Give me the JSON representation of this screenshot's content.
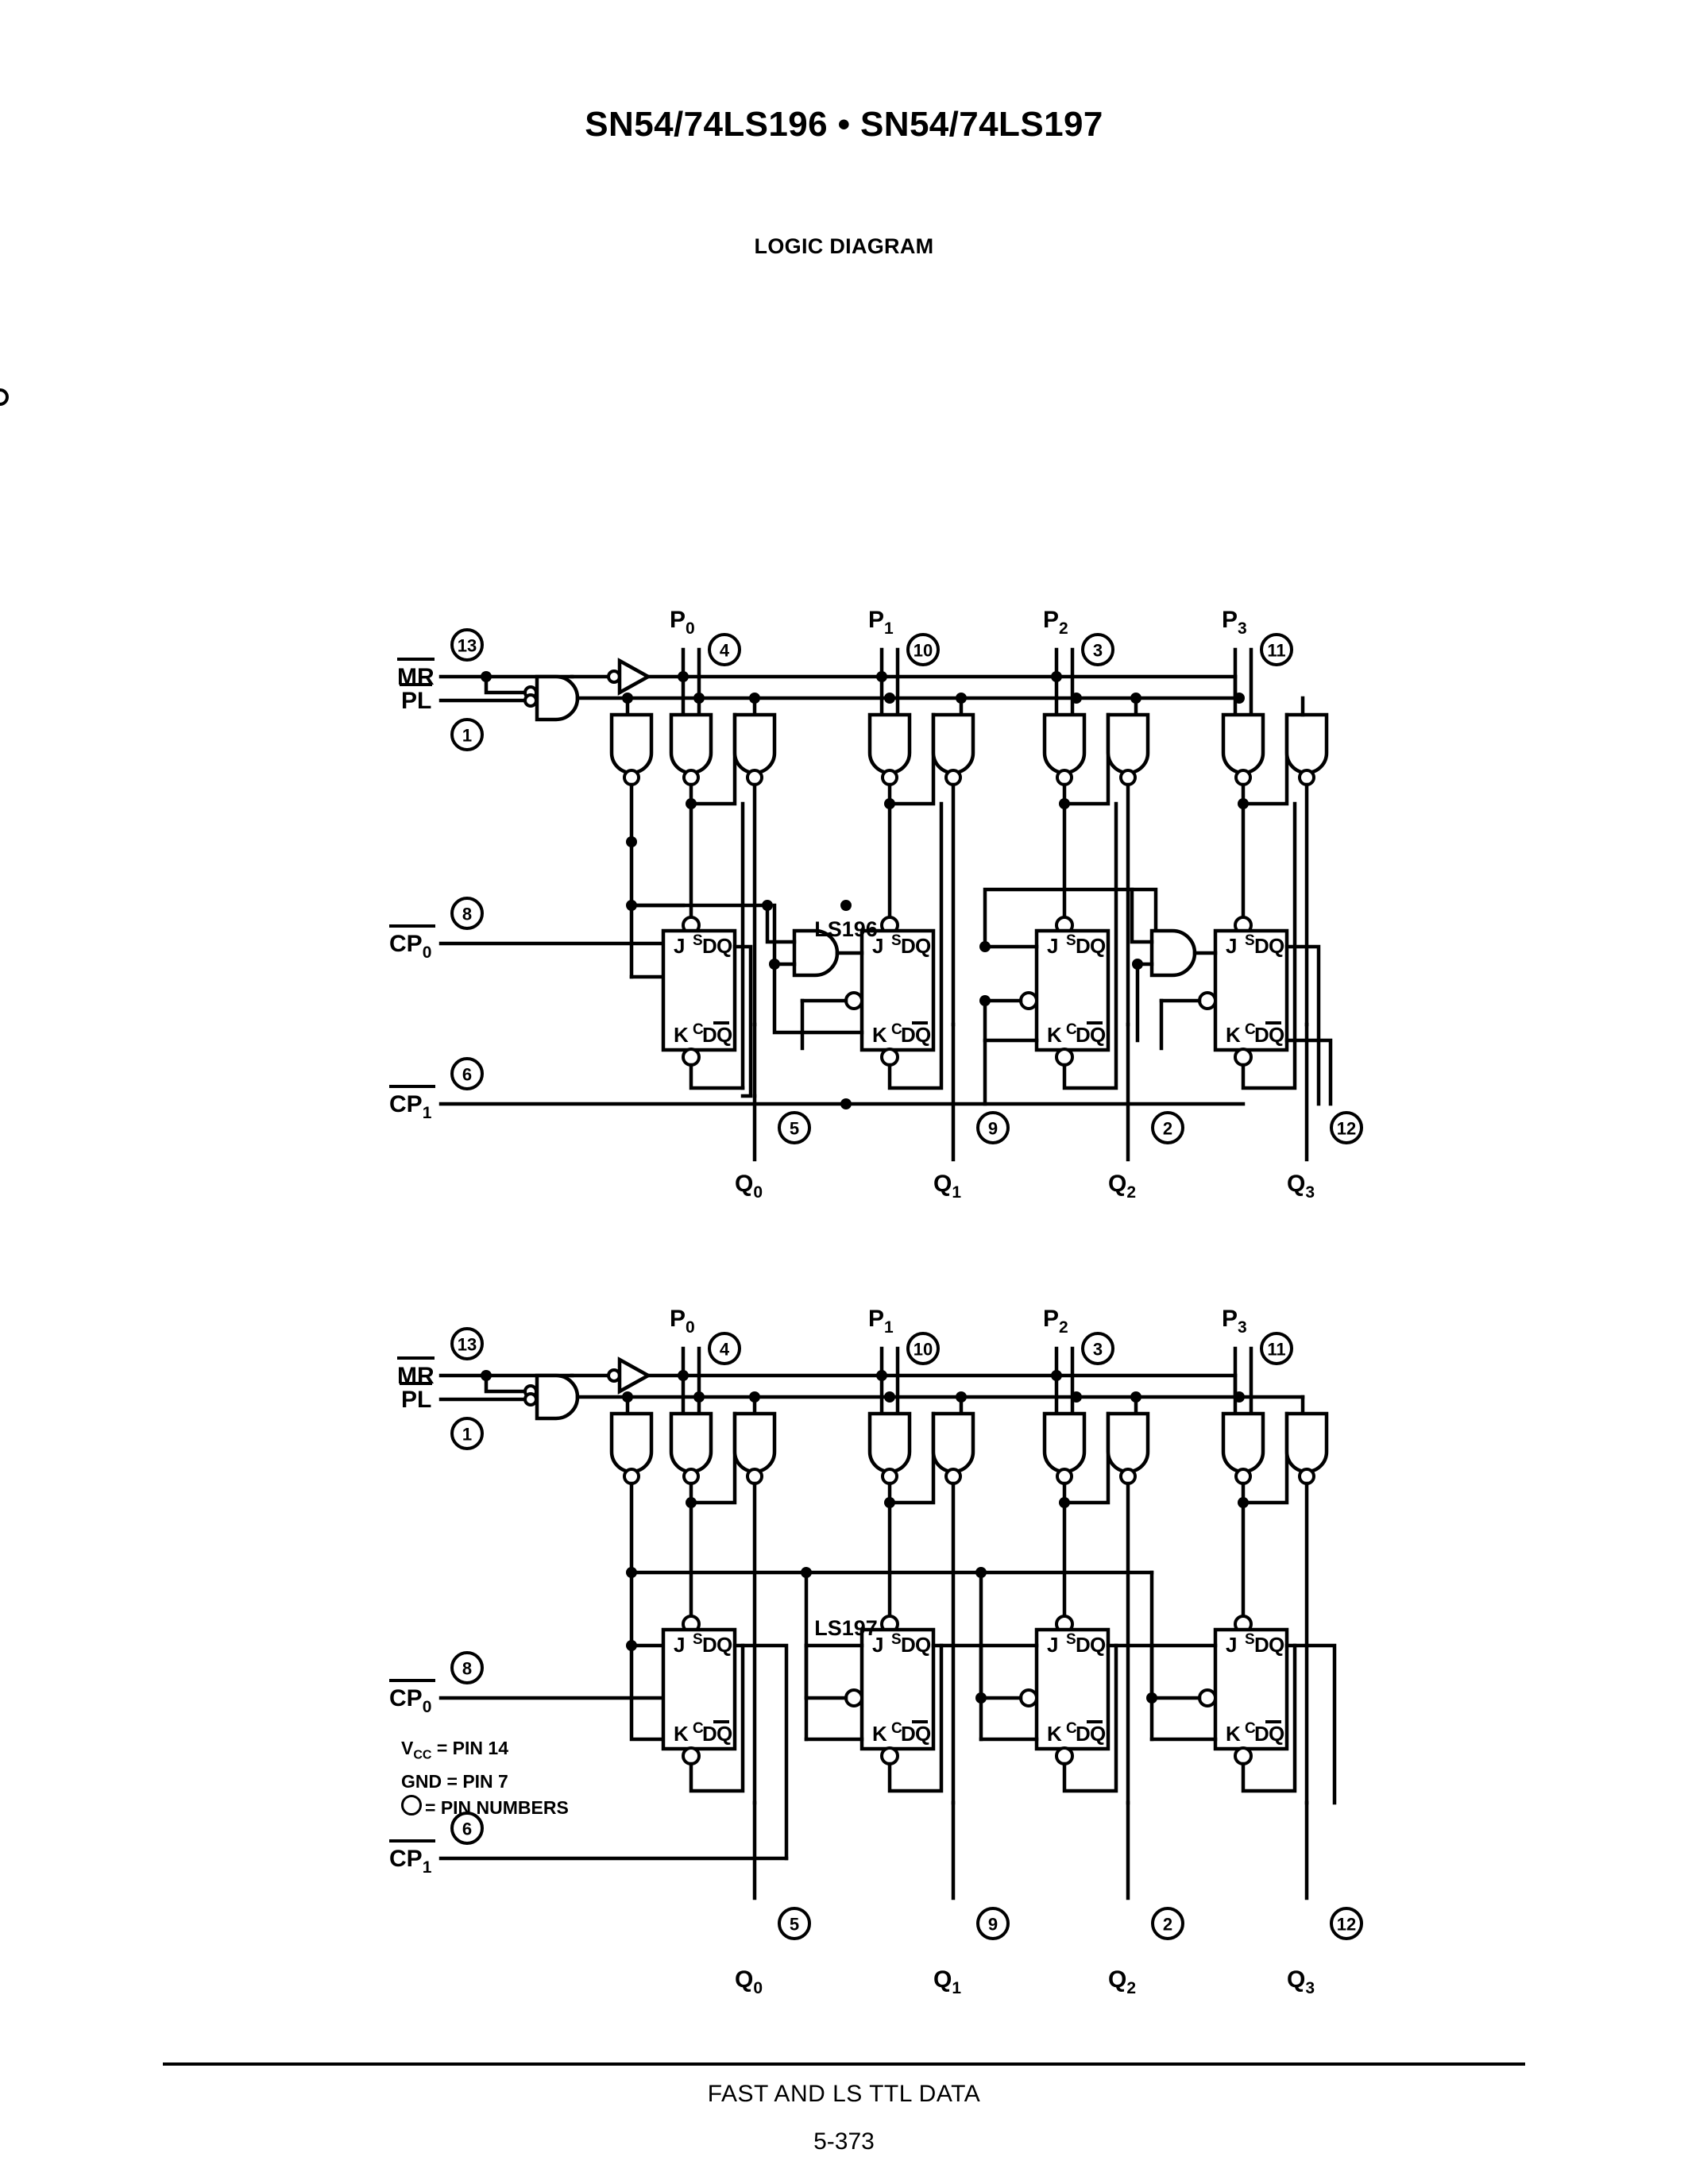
{
  "header": {
    "title": "SN54/74LS196 • SN54/74LS197",
    "section_title": "LOGIC DIAGRAM"
  },
  "diagrams": [
    {
      "id": "ls196",
      "caption": "LS196",
      "inputs": [
        {
          "name": "MR",
          "overbar": true,
          "pin": "13"
        },
        {
          "name": "PL",
          "overbar": true,
          "pin": "1"
        },
        {
          "name": "CP",
          "sub": "0",
          "overbar": true,
          "pin": "8"
        },
        {
          "name": "CP",
          "sub": "1",
          "overbar": true,
          "pin": "6"
        }
      ],
      "data_inputs": [
        {
          "name": "P",
          "sub": "0",
          "pin": "4"
        },
        {
          "name": "P",
          "sub": "1",
          "pin": "10"
        },
        {
          "name": "P",
          "sub": "2",
          "pin": "3"
        },
        {
          "name": "P",
          "sub": "3",
          "pin": "11"
        }
      ],
      "outputs": [
        {
          "name": "Q",
          "sub": "0",
          "pin": "5"
        },
        {
          "name": "Q",
          "sub": "1",
          "pin": "9"
        },
        {
          "name": "Q",
          "sub": "2",
          "pin": "2"
        },
        {
          "name": "Q",
          "sub": "3",
          "pin": "12"
        }
      ],
      "flipflop_labels": {
        "j": "J",
        "k": "K",
        "s": "S",
        "c": "C",
        "d": "D",
        "q": "Q",
        "qbar": "Q"
      },
      "gate_count": {
        "nand": 11,
        "and": 2,
        "inverter": 1,
        "or_invert": 1,
        "flipflop": 4
      }
    },
    {
      "id": "ls197",
      "caption": "LS197",
      "inputs": [
        {
          "name": "MR",
          "overbar": true,
          "pin": "13"
        },
        {
          "name": "PL",
          "overbar": true,
          "pin": "1"
        },
        {
          "name": "CP",
          "sub": "0",
          "overbar": true,
          "pin": "8"
        },
        {
          "name": "CP",
          "sub": "1",
          "overbar": true,
          "pin": "6"
        }
      ],
      "data_inputs": [
        {
          "name": "P",
          "sub": "0",
          "pin": "4"
        },
        {
          "name": "P",
          "sub": "1",
          "pin": "10"
        },
        {
          "name": "P",
          "sub": "2",
          "pin": "3"
        },
        {
          "name": "P",
          "sub": "3",
          "pin": "11"
        }
      ],
      "outputs": [
        {
          "name": "Q",
          "sub": "0",
          "pin": "5"
        },
        {
          "name": "Q",
          "sub": "1",
          "pin": "9"
        },
        {
          "name": "Q",
          "sub": "2",
          "pin": "2"
        },
        {
          "name": "Q",
          "sub": "3",
          "pin": "12"
        }
      ],
      "flipflop_labels": {
        "j": "J",
        "k": "K",
        "s": "S",
        "c": "C",
        "d": "D",
        "q": "Q",
        "qbar": "Q"
      },
      "gate_count": {
        "nand": 11,
        "and": 0,
        "inverter": 1,
        "or_invert": 1,
        "flipflop": 4
      }
    }
  ],
  "notes": {
    "vcc": "V",
    "vcc_sub": "CC",
    "vcc_rest": " = PIN 14",
    "gnd": "GND = PIN 7",
    "pin_numbers": "= PIN NUMBERS"
  },
  "footer": {
    "text": "FAST AND LS TTL DATA",
    "page": "5-373"
  }
}
